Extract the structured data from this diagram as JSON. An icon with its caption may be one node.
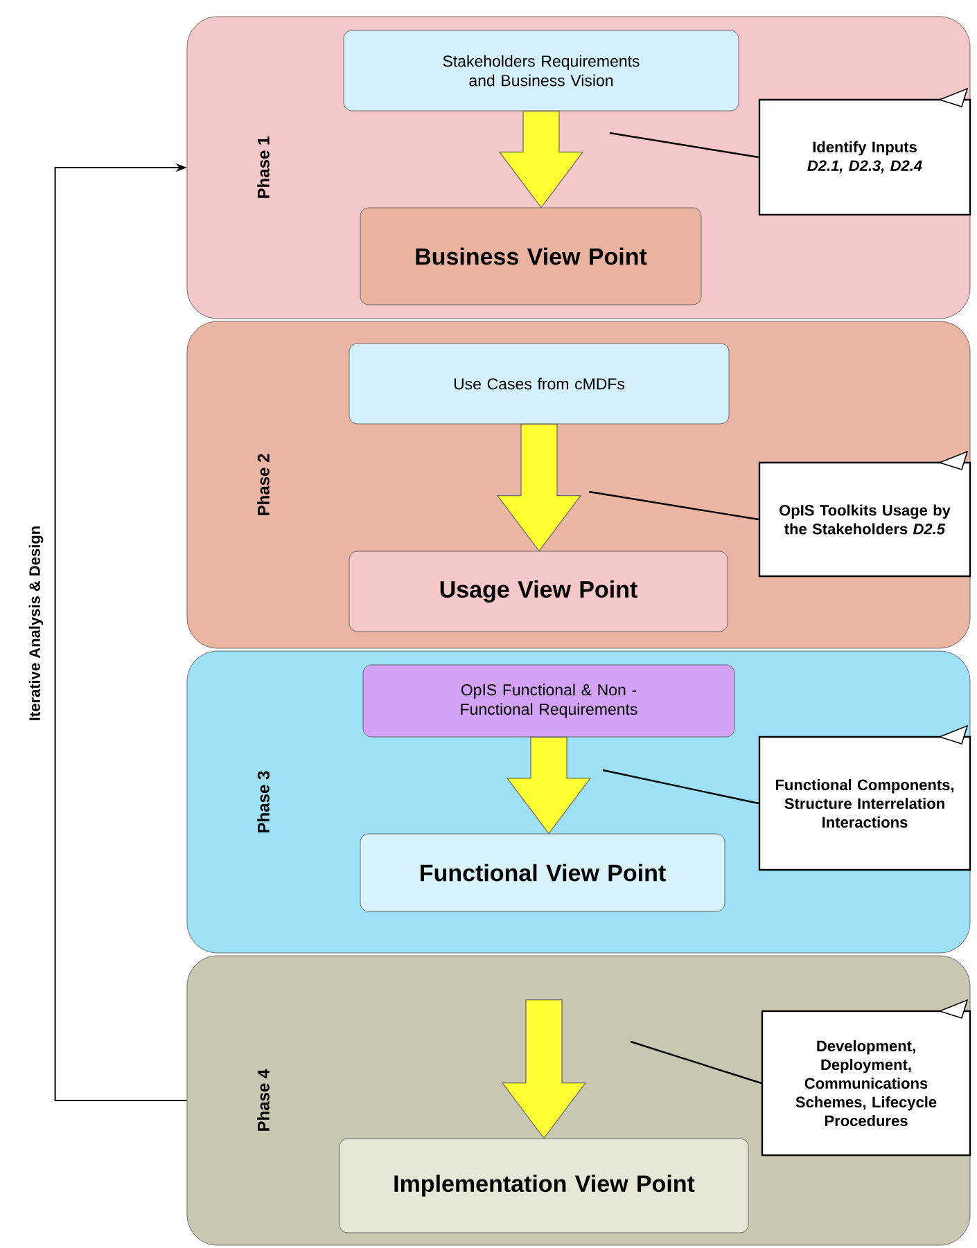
{
  "diagram": {
    "nodes": [
      {
        "text": [
          "Phase 1"
        ]
      },
      {
        "text": [
          "Stakeholders Requirements and Business Vision"
        ],
        "in": 0
      },
      {
        "text": [
          "Business View Point"
        ],
        "in": 0
      },
      {
        "text": [
          "Identify Inputs *D2.1, D2.3, D2.4*"
        ],
        "in": 0
      },
      {
        "text": [
          "Phase 2"
        ]
      },
      {
        "text": [
          "Use Cases from cMDFs"
        ],
        "in": 4
      },
      {
        "text": [
          "Usage View Point"
        ],
        "in": 4
      },
      {
        "text": [
          "OpIS Toolkits Usage by the Stakeholders *D2.5*"
        ],
        "in": 4
      },
      {
        "text": [
          "Phase 3"
        ]
      },
      {
        "text": [
          "OpIS Functional & Non - Functional Requirements"
        ],
        "in": 8
      },
      {
        "text": [
          "Functional View Point"
        ],
        "in": 8
      },
      {
        "text": [
          "Functional Components, Structure Interrelation Interactions"
        ],
        "in": 8
      },
      {
        "text": [
          "Phase 4"
        ]
      },
      {
        "text": [
          "Implementation View Point"
        ],
        "in": 12
      },
      {
        "text": [
          "Development, Deployment, Communications Schemes, Lifecycle Procedures"
        ],
        "in": 12
      }
    ],
    "edges": [
      {
        "from": 1,
        "to": 2,
        "arrow": "to",
        "style": "thick",
        "color": "#ffff33"
      },
      {
        "from": 5,
        "to": 6,
        "arrow": "to",
        "style": "thick",
        "color": "#ffff33"
      },
      {
        "from": 9,
        "to": 10,
        "arrow": "to",
        "style": "thick",
        "color": "#ffff33"
      },
      {
        "from": null,
        "to": 13,
        "arrow": "to",
        "style": "thick",
        "color": "#ffff33"
      },
      {
        "from": 3,
        "to": null,
        "arrow": "none"
      },
      {
        "from": 7,
        "to": null,
        "arrow": "none"
      },
      {
        "from": 11,
        "to": null,
        "arrow": "none"
      },
      {
        "from": 14,
        "to": null,
        "arrow": "none"
      },
      {
        "from": 12,
        "to": 0,
        "arrow": "to",
        "label": "Iterative Analysis & Design"
      }
    ]
  }
}
